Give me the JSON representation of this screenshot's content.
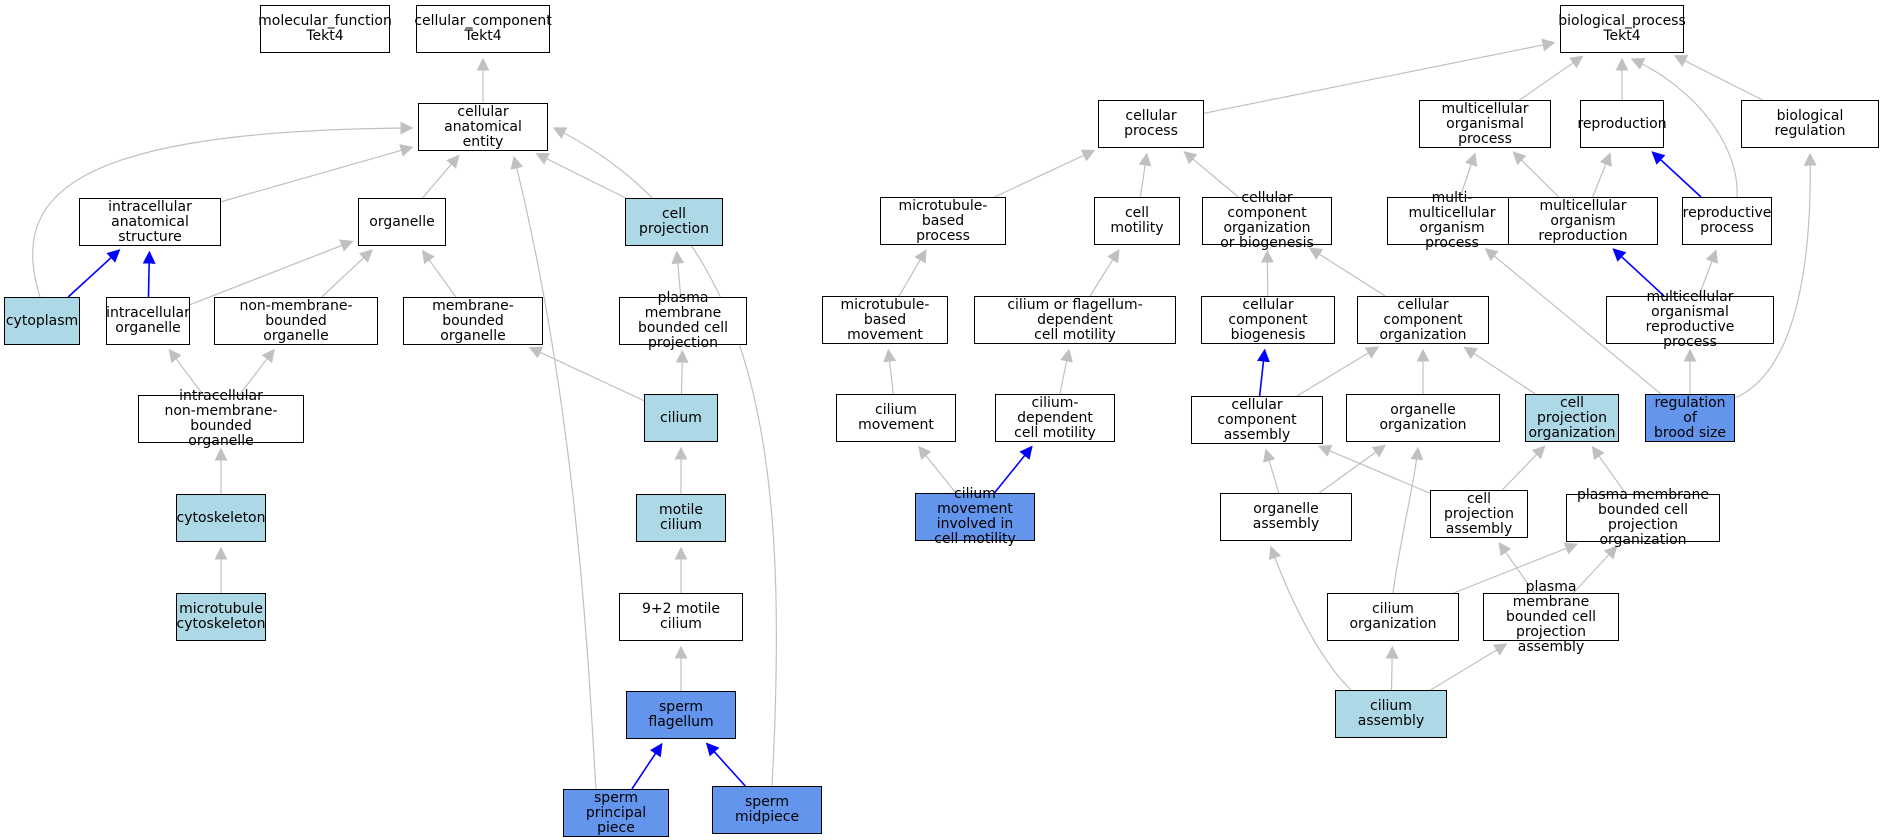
{
  "colors": {
    "white": "#ffffff",
    "light": "#add8e6",
    "dark": "#6495ed",
    "edge_gray": "#c0c0c0",
    "edge_blue": "#0000ff"
  },
  "nodes": [
    {
      "id": "mf",
      "label": "molecular_function\nTekt4",
      "fill": "white"
    },
    {
      "id": "cc",
      "label": "cellular_component\nTekt4",
      "fill": "white"
    },
    {
      "id": "cae",
      "label": "cellular anatomical\nentity",
      "fill": "white"
    },
    {
      "id": "ias",
      "label": "intracellular\nanatomical structure",
      "fill": "white"
    },
    {
      "id": "org",
      "label": "organelle",
      "fill": "white"
    },
    {
      "id": "cproj",
      "label": "cell projection",
      "fill": "light"
    },
    {
      "id": "cyto",
      "label": "cytoplasm",
      "fill": "light"
    },
    {
      "id": "io",
      "label": "intracellular\norganelle",
      "fill": "white"
    },
    {
      "id": "nmbo",
      "label": "non-membrane-bounded\norganelle",
      "fill": "white"
    },
    {
      "id": "mbo",
      "label": "membrane-bounded\norganelle",
      "fill": "white"
    },
    {
      "id": "pmbcp",
      "label": "plasma membrane\nbounded cell\nprojection",
      "fill": "white"
    },
    {
      "id": "inmbo",
      "label": "intracellular\nnon-membrane-bounded\norganelle",
      "fill": "white"
    },
    {
      "id": "cilium",
      "label": "cilium",
      "fill": "light"
    },
    {
      "id": "cytosk",
      "label": "cytoskeleton",
      "fill": "light"
    },
    {
      "id": "motcil",
      "label": "motile cilium",
      "fill": "light"
    },
    {
      "id": "mtcyto",
      "label": "microtubule\ncytoskeleton",
      "fill": "light"
    },
    {
      "id": "m92",
      "label": "9+2 motile cilium",
      "fill": "white"
    },
    {
      "id": "sflag",
      "label": "sperm flagellum",
      "fill": "dark"
    },
    {
      "id": "spp",
      "label": "sperm principal\npiece",
      "fill": "dark"
    },
    {
      "id": "smid",
      "label": "sperm midpiece",
      "fill": "dark"
    },
    {
      "id": "bp",
      "label": "biological_process\nTekt4",
      "fill": "white"
    },
    {
      "id": "cp",
      "label": "cellular process",
      "fill": "white"
    },
    {
      "id": "mop",
      "label": "multicellular\norganismal process",
      "fill": "white"
    },
    {
      "id": "repro",
      "label": "reproduction",
      "fill": "white"
    },
    {
      "id": "breg",
      "label": "biological regulation",
      "fill": "white"
    },
    {
      "id": "mtbp",
      "label": "microtubule-based\nprocess",
      "fill": "white"
    },
    {
      "id": "cmot",
      "label": "cell motility",
      "fill": "white"
    },
    {
      "id": "ccob",
      "label": "cellular component\norganization\nor biogenesis",
      "fill": "white"
    },
    {
      "id": "mmop",
      "label": "multi-multicellular\norganism process",
      "fill": "white"
    },
    {
      "id": "mor",
      "label": "multicellular\norganism reproduction",
      "fill": "white"
    },
    {
      "id": "rp",
      "label": "reproductive\nprocess",
      "fill": "white"
    },
    {
      "id": "mtbm",
      "label": "microtubule-based\nmovement",
      "fill": "white"
    },
    {
      "id": "cofdcm",
      "label": "cilium or flagellum-dependent\ncell motility",
      "fill": "white"
    },
    {
      "id": "ccb",
      "label": "cellular component\nbiogenesis",
      "fill": "white"
    },
    {
      "id": "cco",
      "label": "cellular component\norganization",
      "fill": "white"
    },
    {
      "id": "morp",
      "label": "multicellular\norganismal reproductive\nprocess",
      "fill": "white"
    },
    {
      "id": "cmov",
      "label": "cilium movement",
      "fill": "white"
    },
    {
      "id": "cdcm",
      "label": "cilium-dependent\ncell motility",
      "fill": "white"
    },
    {
      "id": "cca",
      "label": "cellular component\nassembly",
      "fill": "white"
    },
    {
      "id": "oo",
      "label": "organelle organization",
      "fill": "white"
    },
    {
      "id": "cpo",
      "label": "cell projection\norganization",
      "fill": "light"
    },
    {
      "id": "rbs",
      "label": "regulation of\nbrood size",
      "fill": "dark"
    },
    {
      "id": "cmicm",
      "label": "cilium movement\ninvolved in\ncell motility",
      "fill": "dark"
    },
    {
      "id": "oa",
      "label": "organelle assembly",
      "fill": "white"
    },
    {
      "id": "cpa",
      "label": "cell projection\nassembly",
      "fill": "white"
    },
    {
      "id": "pmbcpo",
      "label": "plasma membrane\nbounded cell\nprojection organization",
      "fill": "white"
    },
    {
      "id": "co",
      "label": "cilium organization",
      "fill": "white"
    },
    {
      "id": "pmbcpa",
      "label": "plasma membrane\nbounded cell\nprojection assembly",
      "fill": "white"
    },
    {
      "id": "ca",
      "label": "cilium assembly",
      "fill": "light"
    }
  ],
  "edges": [
    {
      "from": "cae",
      "to": "cc",
      "color": "gray"
    },
    {
      "from": "ias",
      "to": "cae",
      "color": "gray"
    },
    {
      "from": "org",
      "to": "cae",
      "color": "gray"
    },
    {
      "from": "cproj",
      "to": "cae",
      "color": "gray"
    },
    {
      "from": "cyto",
      "to": "cae",
      "color": "gray"
    },
    {
      "from": "spp",
      "to": "cae",
      "color": "gray"
    },
    {
      "from": "smid",
      "to": "cae",
      "color": "gray"
    },
    {
      "from": "cyto",
      "to": "ias",
      "color": "blue"
    },
    {
      "from": "io",
      "to": "ias",
      "color": "blue"
    },
    {
      "from": "io",
      "to": "org",
      "color": "gray"
    },
    {
      "from": "nmbo",
      "to": "org",
      "color": "gray"
    },
    {
      "from": "mbo",
      "to": "org",
      "color": "gray"
    },
    {
      "from": "inmbo",
      "to": "io",
      "color": "gray"
    },
    {
      "from": "inmbo",
      "to": "nmbo",
      "color": "gray"
    },
    {
      "from": "cytosk",
      "to": "inmbo",
      "color": "gray"
    },
    {
      "from": "mtcyto",
      "to": "cytosk",
      "color": "gray"
    },
    {
      "from": "pmbcp",
      "to": "cproj",
      "color": "gray"
    },
    {
      "from": "cilium",
      "to": "pmbcp",
      "color": "gray"
    },
    {
      "from": "cilium",
      "to": "mbo",
      "color": "gray"
    },
    {
      "from": "motcil",
      "to": "cilium",
      "color": "gray"
    },
    {
      "from": "m92",
      "to": "motcil",
      "color": "gray"
    },
    {
      "from": "sflag",
      "to": "m92",
      "color": "gray"
    },
    {
      "from": "spp",
      "to": "sflag",
      "color": "blue"
    },
    {
      "from": "smid",
      "to": "sflag",
      "color": "blue"
    },
    {
      "from": "cp",
      "to": "bp",
      "color": "gray"
    },
    {
      "from": "mop",
      "to": "bp",
      "color": "gray"
    },
    {
      "from": "repro",
      "to": "bp",
      "color": "gray"
    },
    {
      "from": "breg",
      "to": "bp",
      "color": "gray"
    },
    {
      "from": "rp",
      "to": "bp",
      "color": "gray"
    },
    {
      "from": "mtbp",
      "to": "cp",
      "color": "gray"
    },
    {
      "from": "cmot",
      "to": "cp",
      "color": "gray"
    },
    {
      "from": "ccob",
      "to": "cp",
      "color": "gray"
    },
    {
      "from": "mmop",
      "to": "mop",
      "color": "gray"
    },
    {
      "from": "mor",
      "to": "mop",
      "color": "gray"
    },
    {
      "from": "mor",
      "to": "repro",
      "color": "gray"
    },
    {
      "from": "rp",
      "to": "repro",
      "color": "blue"
    },
    {
      "from": "mtbm",
      "to": "mtbp",
      "color": "gray"
    },
    {
      "from": "cofdcm",
      "to": "cmot",
      "color": "gray"
    },
    {
      "from": "ccb",
      "to": "ccob",
      "color": "gray"
    },
    {
      "from": "cco",
      "to": "ccob",
      "color": "gray"
    },
    {
      "from": "morp",
      "to": "mor",
      "color": "blue"
    },
    {
      "from": "morp",
      "to": "rp",
      "color": "gray"
    },
    {
      "from": "rbs",
      "to": "mmop",
      "color": "gray"
    },
    {
      "from": "rbs",
      "to": "breg",
      "color": "gray"
    },
    {
      "from": "rbs",
      "to": "morp",
      "color": "gray"
    },
    {
      "from": "cmov",
      "to": "mtbm",
      "color": "gray"
    },
    {
      "from": "cdcm",
      "to": "cofdcm",
      "color": "gray"
    },
    {
      "from": "cca",
      "to": "ccb",
      "color": "blue"
    },
    {
      "from": "cca",
      "to": "cco",
      "color": "gray"
    },
    {
      "from": "oo",
      "to": "cco",
      "color": "gray"
    },
    {
      "from": "cpo",
      "to": "cco",
      "color": "gray"
    },
    {
      "from": "cmicm",
      "to": "cmov",
      "color": "gray"
    },
    {
      "from": "cmicm",
      "to": "cdcm",
      "color": "blue"
    },
    {
      "from": "oa",
      "to": "cca",
      "color": "gray"
    },
    {
      "from": "oa",
      "to": "oo",
      "color": "gray"
    },
    {
      "from": "cpa",
      "to": "cca",
      "color": "gray"
    },
    {
      "from": "cpa",
      "to": "cpo",
      "color": "gray"
    },
    {
      "from": "pmbcpo",
      "to": "cpo",
      "color": "gray"
    },
    {
      "from": "co",
      "to": "oo",
      "color": "gray"
    },
    {
      "from": "co",
      "to": "pmbcpo",
      "color": "gray"
    },
    {
      "from": "pmbcpa",
      "to": "cpa",
      "color": "gray"
    },
    {
      "from": "pmbcpa",
      "to": "pmbcpo",
      "color": "gray"
    },
    {
      "from": "ca",
      "to": "oa",
      "color": "gray"
    },
    {
      "from": "ca",
      "to": "co",
      "color": "gray"
    },
    {
      "from": "ca",
      "to": "pmbcpa",
      "color": "gray"
    }
  ]
}
